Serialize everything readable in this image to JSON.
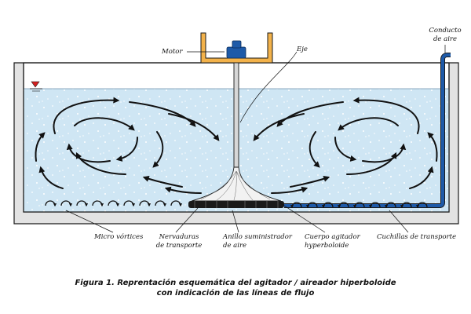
{
  "labels": {
    "motor": "Motor",
    "eje": "Eje",
    "conducto_line1": "Conducto",
    "conducto_line2": "de aire",
    "micro_vortices": "Micro vórtices",
    "nervaduras_line1": "Nervaduras",
    "nervaduras_line2": "de transporte",
    "anillo_line1": "Anillo suministrador",
    "anillo_line2": "de aire",
    "cuerpo_line1": "Cuerpo agitador",
    "cuerpo_line2": "hyperboloide",
    "cuchillas": "Cuchillas de transporte"
  },
  "caption": {
    "line1": "Figura 1. Reprentación esquemática del agitador / aireador hiperboloide",
    "line2": "con indicación de las líneas de flujo"
  },
  "colors": {
    "water": "#cfe6f4",
    "tank_wall": "#e3e3e3",
    "outline": "#1a1a1a",
    "motor_frame": "#f3b24a",
    "motor_body": "#1e5aa8",
    "air_pipe": "#1e5aa8",
    "shaft": "#d7d7d7",
    "flow_arrows": "#111111"
  }
}
